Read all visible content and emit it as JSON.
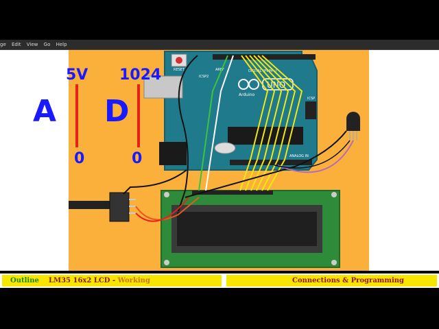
{
  "menu": {
    "items": [
      "ge",
      "Edit",
      "View",
      "Go",
      "Help"
    ]
  },
  "annotations": {
    "label_5v": "5V",
    "label_1024": "1024",
    "label_a": "A",
    "label_d": "D",
    "label_zero_a": "0",
    "label_zero_d": "0"
  },
  "board": {
    "reset_label": "RESET",
    "brand": "UNO",
    "sub_brand": "Arduino",
    "icsp_label": "ICSP",
    "icsp2_label": "ICSP2",
    "digital_label": "DIGITAL (PWM~)",
    "analog_label": "ANALOG IN",
    "aref_label": "AREF"
  },
  "bottom": {
    "outline": "Outline",
    "topic_main": "LM35 16x2 LCD - ",
    "topic_accent": "Working",
    "connections": "Connections & Programming"
  },
  "colors": {
    "background": "#fbb03b",
    "arduino": "#1f7a8c",
    "lcd_board": "#2e8b3a",
    "lcd_screen": "#2b2b2b",
    "wire_yellow": "#f4e611",
    "wire_black": "#111111",
    "wire_green": "#3cc43c",
    "wire_white": "#ffffff",
    "wire_purple": "#b76ab8",
    "wire_orange": "#e85a1a",
    "marker_red": "#e8201a",
    "marker_blue": "#1a1aff"
  }
}
